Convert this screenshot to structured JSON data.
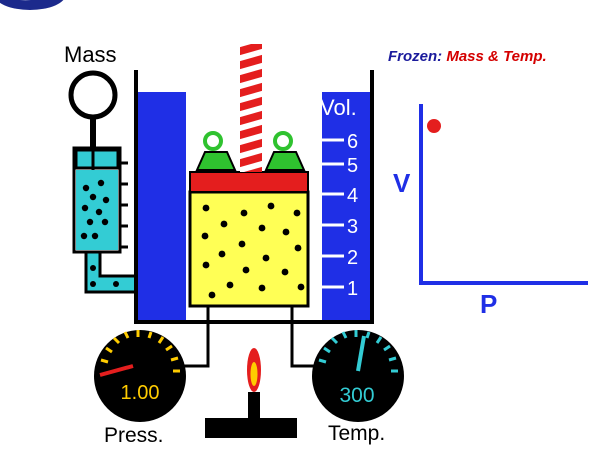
{
  "labels": {
    "mass": "Mass",
    "vol": "Vol.",
    "press": "Press.",
    "temp": "Temp.",
    "pressure_value": "1.00",
    "temperature_value": "300"
  },
  "volume_scale": [
    "1",
    "2",
    "3",
    "4",
    "5",
    "6"
  ],
  "frozen": {
    "prefix": "Frozen:",
    "vars_a": "Mass",
    "amp": "&",
    "vars_b": "Temp."
  },
  "plot": {
    "xlabel": "P",
    "ylabel": "V"
  },
  "colors": {
    "blue": "#1f2fe6",
    "red": "#e41e1e",
    "yellow": "#ffff55",
    "cyan": "#33ccd4",
    "green": "#2fc22f",
    "black": "#000000"
  }
}
